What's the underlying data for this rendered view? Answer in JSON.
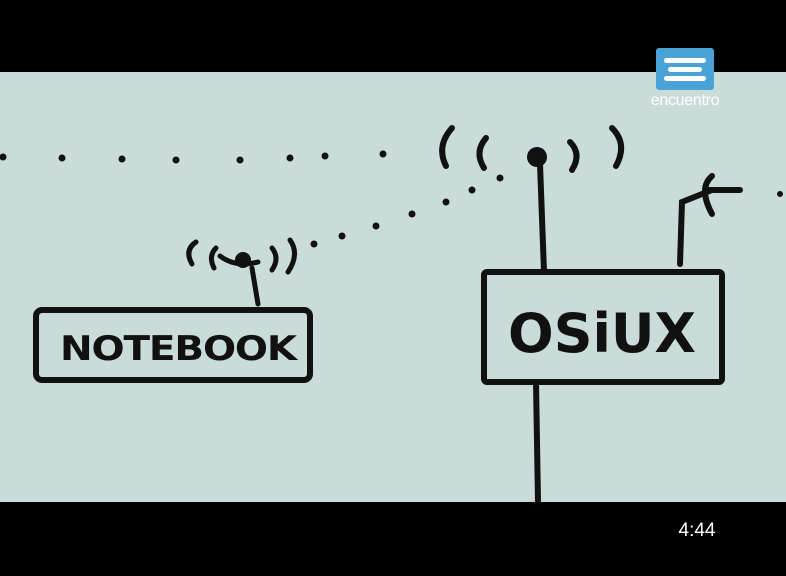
{
  "drawing": {
    "notebook_label": "NOTEBOOK",
    "router_label": "OSiUX"
  },
  "brand": {
    "logo_text": "encuentro",
    "logo_color": "#4aa3d8"
  },
  "player": {
    "timestamp": "4:44"
  },
  "colors": {
    "board": "#c9dcda",
    "ink": "#111111"
  }
}
